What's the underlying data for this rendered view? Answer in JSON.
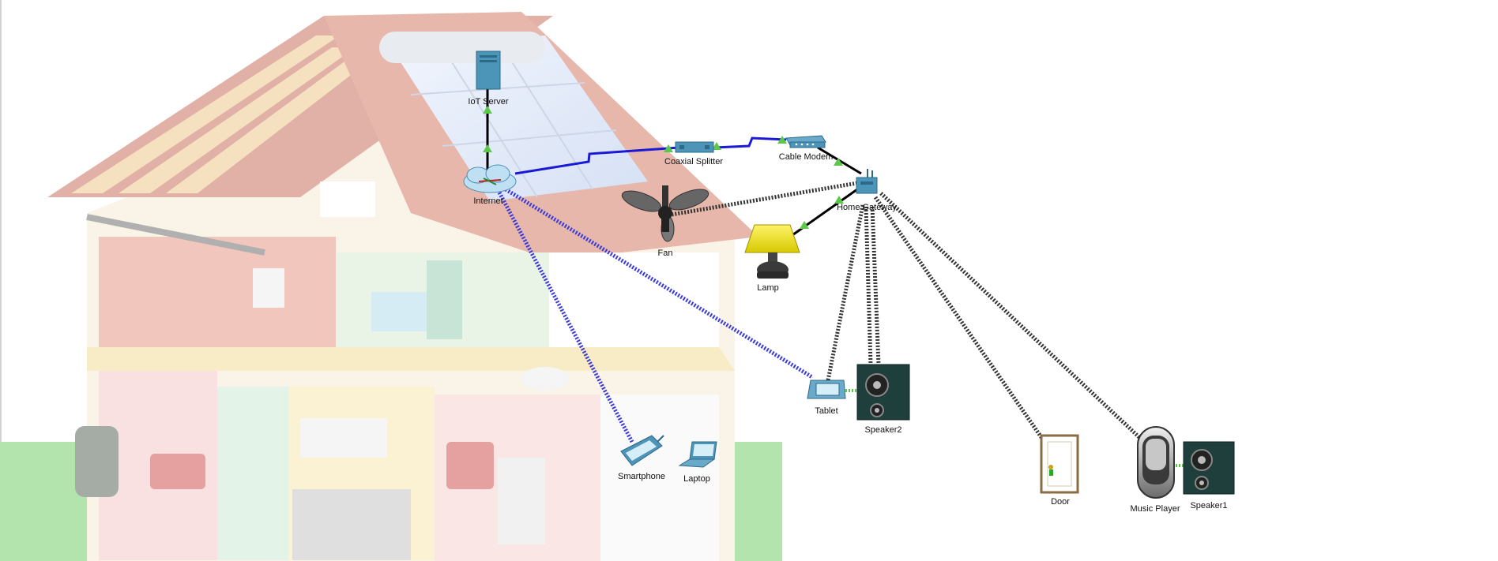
{
  "workspace": {
    "background": "#ffffff",
    "house_background": "smart-home-cutaway-illustration"
  },
  "devices": {
    "iot_server": {
      "label": "IoT Server",
      "icon": "server-icon"
    },
    "internet": {
      "label": "Internet",
      "icon": "cloud-icon"
    },
    "coaxial_splitter": {
      "label": "Coaxial Splitter",
      "icon": "splitter-icon"
    },
    "cable_modem": {
      "label": "Cable Modem",
      "icon": "modem-icon"
    },
    "home_gateway": {
      "label": "Home Gateway",
      "icon": "gateway-icon"
    },
    "fan": {
      "label": "Fan",
      "icon": "ceiling-fan-icon"
    },
    "lamp": {
      "label": "Lamp",
      "icon": "lamp-icon"
    },
    "tablet": {
      "label": "Tablet",
      "icon": "tablet-icon"
    },
    "speaker2": {
      "label": "Speaker2",
      "icon": "speaker-icon"
    },
    "smartphone": {
      "label": "Smartphone",
      "icon": "smartphone-icon"
    },
    "laptop": {
      "label": "Laptop",
      "icon": "laptop-icon"
    },
    "door": {
      "label": "Door",
      "icon": "door-icon"
    },
    "music_player": {
      "label": "Music Player",
      "icon": "music-player-icon"
    },
    "speaker1": {
      "label": "Speaker1",
      "icon": "speaker-icon"
    }
  },
  "links": {
    "ethernet_color": "#000000",
    "coaxial_color": "#1a1ad6",
    "wireless_internet_color": "#3a3ad8",
    "wireless_gateway_color": "#333333",
    "link_up_color": "#5cc84a"
  }
}
